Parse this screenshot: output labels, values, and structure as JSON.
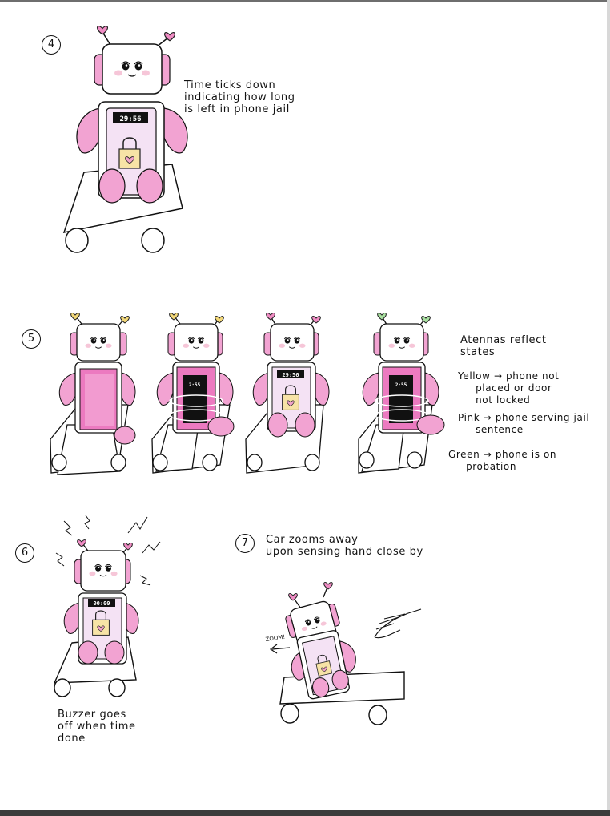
{
  "steps": [
    {
      "number": "4",
      "caption": "Time ticks down\nindicating how long\nis left in phone jail",
      "timer": "29:56"
    },
    {
      "number": "5",
      "screens": [
        "",
        "2:55",
        "29:56",
        "2:55"
      ],
      "antenna_colors": [
        "#f3d878",
        "#f3d878",
        "#f08cc4",
        "#a8e0a0"
      ],
      "legend": {
        "title": "Atennas reflect\nstates",
        "yellow": "Yellow → phone not\n     placed or door\n     not locked",
        "pink": "Pink → phone serving jail\n     sentence",
        "green": "Green → phone is on\n     probation"
      }
    },
    {
      "number": "6",
      "caption": "Buzzer goes\noff when time\ndone",
      "timer": "00:00"
    },
    {
      "number": "7",
      "caption": "Car zooms away\nupon sensing hand close by",
      "zoom_label": "ZOOM!"
    }
  ]
}
